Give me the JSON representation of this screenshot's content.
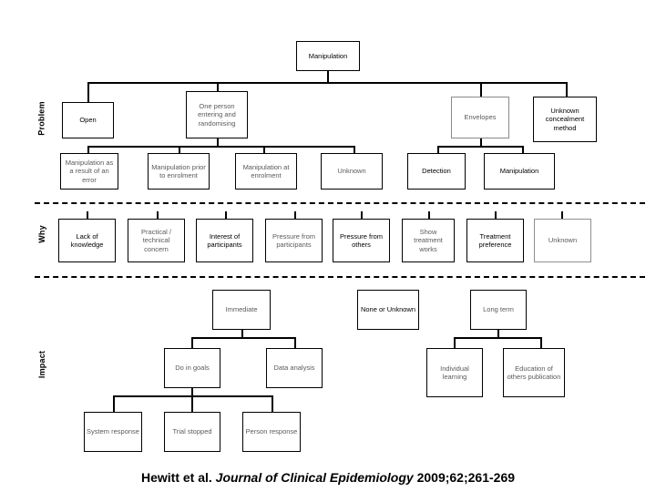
{
  "figure": {
    "title": "Manipulation",
    "caption": {
      "authors": "Hewitt et al.",
      "journal": "Journal of Clinical Epidemiology",
      "citation": "2009;62;261-269"
    }
  },
  "bands": [
    {
      "id": "problem",
      "label": "Problem"
    },
    {
      "id": "why",
      "label": "Why"
    },
    {
      "id": "impact",
      "label": "Impact"
    }
  ],
  "nodes": {
    "root": {
      "label": "Manipulation"
    },
    "problem_l1": [
      {
        "label": "Open"
      },
      {
        "label": "One person entering and randomising"
      },
      {
        "label": "Envelopes"
      },
      {
        "label": "Unknown concealment method"
      }
    ],
    "problem_l2": [
      {
        "label": "Manipulation as a result of an error"
      },
      {
        "label": "Manipulation prior to enrolment"
      },
      {
        "label": "Manipulation at enrolment"
      },
      {
        "label": "Unknown"
      },
      {
        "label": "Detection"
      },
      {
        "label": "Manipulation"
      }
    ],
    "why": [
      {
        "label": "Lack of knowledge"
      },
      {
        "label": "Practical / technical concern"
      },
      {
        "label": "Interest of participants"
      },
      {
        "label": "Pressure from participants"
      },
      {
        "label": "Pressure from others"
      },
      {
        "label": "Show treatment works"
      },
      {
        "label": "Treatment preference"
      },
      {
        "label": "Unknown"
      }
    ],
    "impact_l1": [
      {
        "label": "Immediate"
      },
      {
        "label": "None or Unknown"
      },
      {
        "label": "Long term"
      }
    ],
    "impact_l2": [
      {
        "label": "Do in goals"
      },
      {
        "label": "Data analysis"
      },
      {
        "label": "Individual learning"
      },
      {
        "label": "Education of others publication"
      }
    ],
    "impact_l3": [
      {
        "label": "System response"
      },
      {
        "label": "Trial stopped"
      },
      {
        "label": "Person response"
      }
    ]
  },
  "colors": {
    "line": "#000000",
    "box_border": "#000000",
    "box_fill": "#ffffff",
    "background": "#ffffff",
    "text": "#000000"
  }
}
